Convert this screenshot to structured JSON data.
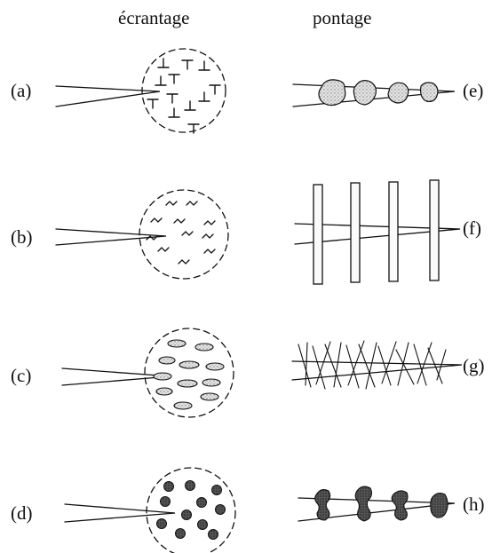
{
  "headers": {
    "left": "écrantage",
    "right": "pontage"
  },
  "left_panels": [
    {
      "label": "(a)",
      "inclusion": "dislocations (T symbols)"
    },
    {
      "label": "(b)",
      "inclusion": "zigzag segments"
    },
    {
      "label": "(c)",
      "inclusion": "elongated particles"
    },
    {
      "label": "(d)",
      "inclusion": "round particles"
    }
  ],
  "right_panels": [
    {
      "label": "(e)",
      "bridge": "rough grains"
    },
    {
      "label": "(f)",
      "bridge": "vertical plates"
    },
    {
      "label": "(g)",
      "bridge": "crossing fibres"
    },
    {
      "label": "(h)",
      "bridge": "ligaments"
    }
  ]
}
